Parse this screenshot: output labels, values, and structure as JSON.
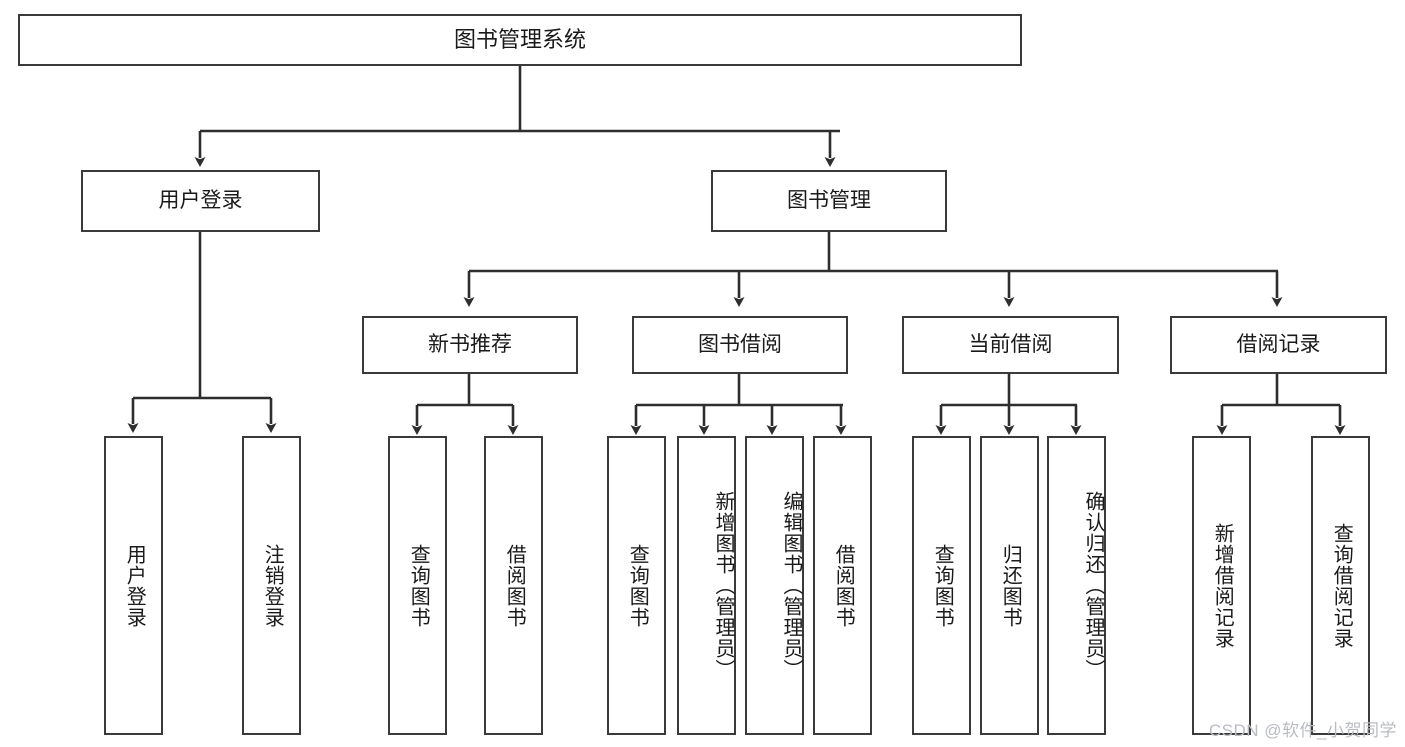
{
  "diagram": {
    "type": "tree-hierarchy",
    "title": "图书管理系统",
    "watermark": "CSDN @软件_小贺同学",
    "colors": {
      "box_border": "#3a3a3a",
      "box_fill": "#ffffff",
      "connector": "#2e2e2e",
      "text": "#1a1a1a",
      "watermark": "#b9bcc2",
      "background": "#ffffff"
    },
    "root": {
      "id": "root",
      "label": "图书管理系统"
    },
    "level2": [
      {
        "id": "user-login",
        "label": "用户登录"
      },
      {
        "id": "book-manage",
        "label": "图书管理"
      }
    ],
    "level3": [
      {
        "id": "new-book-recommend",
        "label": "新书推荐",
        "parent": "book-manage"
      },
      {
        "id": "book-borrow",
        "label": "图书借阅",
        "parent": "book-manage"
      },
      {
        "id": "current-borrow",
        "label": "当前借阅",
        "parent": "book-manage"
      },
      {
        "id": "borrow-record",
        "label": "借阅记录",
        "parent": "book-manage"
      }
    ],
    "leaves": [
      {
        "id": "leaf-user-login",
        "label": "用户登录",
        "parent": "user-login"
      },
      {
        "id": "leaf-user-logout",
        "label": "注销登录",
        "parent": "user-login"
      },
      {
        "id": "leaf-query-book-1",
        "label": "查询图书",
        "parent": "new-book-recommend"
      },
      {
        "id": "leaf-borrow-book-1",
        "label": "借阅图书",
        "parent": "new-book-recommend"
      },
      {
        "id": "leaf-query-book-2",
        "label": "查询图书",
        "parent": "book-borrow"
      },
      {
        "id": "leaf-add-book",
        "label": "新增图书（管理员）",
        "parent": "book-borrow"
      },
      {
        "id": "leaf-edit-book",
        "label": "编辑图书（管理员）",
        "parent": "book-borrow"
      },
      {
        "id": "leaf-borrow-book-2",
        "label": "借阅图书",
        "parent": "book-borrow"
      },
      {
        "id": "leaf-query-book-3",
        "label": "查询图书",
        "parent": "current-borrow"
      },
      {
        "id": "leaf-return-book",
        "label": "归还图书",
        "parent": "current-borrow"
      },
      {
        "id": "leaf-confirm-return",
        "label": "确认归还（管理员）",
        "parent": "current-borrow"
      },
      {
        "id": "leaf-add-record",
        "label": "新增借阅记录",
        "parent": "borrow-record"
      },
      {
        "id": "leaf-query-record",
        "label": "查询借阅记录",
        "parent": "borrow-record"
      }
    ]
  }
}
